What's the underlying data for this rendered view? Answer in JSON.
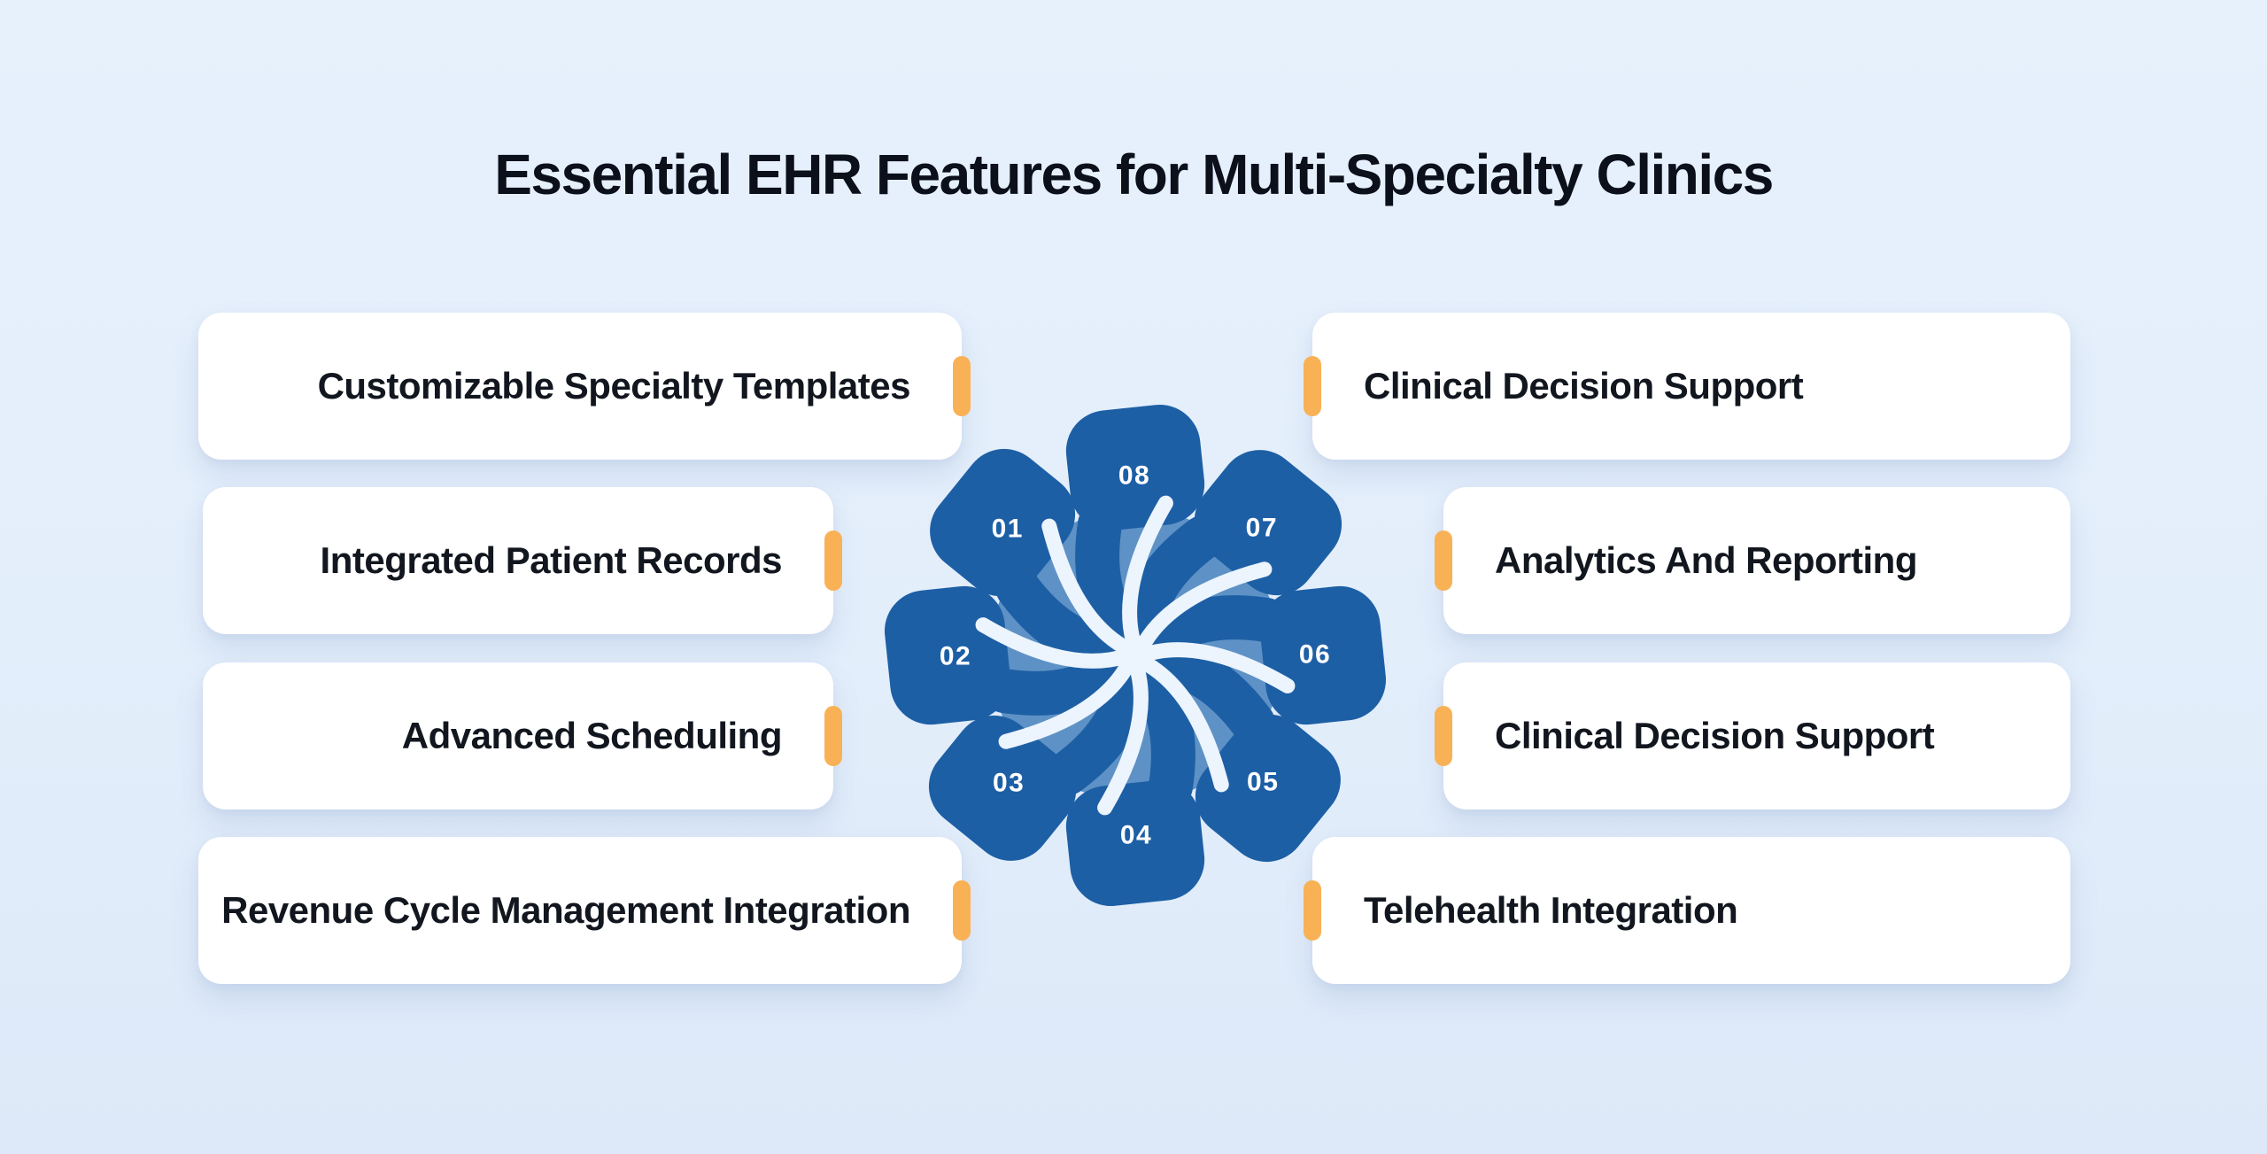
{
  "title": "Essential EHR Features for Multi-Specialty Clinics",
  "colors": {
    "bg": "#e3eefb",
    "card": "#ffffff",
    "accent": "#f9b156",
    "petal": "#1d5fa5",
    "disc": "#5e92c6",
    "slit": "#ecf4fd",
    "number": "#ffffff",
    "title_text": "#0b101b",
    "label_text": "#12161e"
  },
  "cards": {
    "left": [
      {
        "label": "Customizable Specialty Templates"
      },
      {
        "label": "Integrated Patient Records"
      },
      {
        "label": "Advanced Scheduling"
      },
      {
        "label": "Revenue Cycle Management Integration"
      }
    ],
    "right": [
      {
        "label": "Clinical Decision Support"
      },
      {
        "label": "Analytics And Reporting"
      },
      {
        "label": "Clinical Decision Support"
      },
      {
        "label": "Telehealth Integration"
      }
    ]
  },
  "flower": {
    "petals": [
      "01",
      "02",
      "03",
      "04",
      "05",
      "06",
      "07",
      "08"
    ]
  }
}
